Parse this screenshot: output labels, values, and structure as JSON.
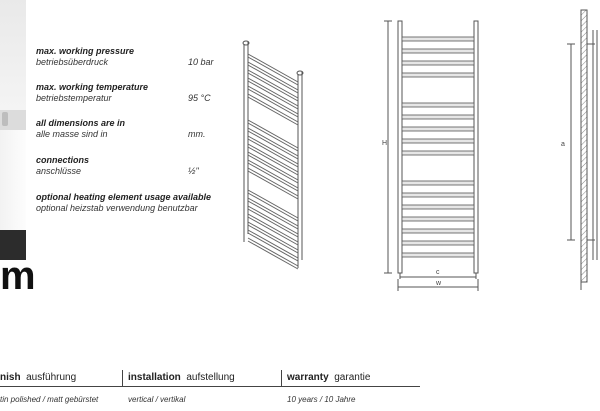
{
  "brand": {
    "letter": "m"
  },
  "specs": [
    {
      "label": "max. working pressure",
      "sub": "betriebsüberdruck",
      "value": "10 bar"
    },
    {
      "label": "max. working temperature",
      "sub": "betriebstemperatur",
      "value": "95 °C"
    },
    {
      "label": "all dimensions are in",
      "sub": "alle masse sind in",
      "value": "mm."
    },
    {
      "label": "connections",
      "sub": "anschlüsse",
      "value": "½\""
    },
    {
      "label": "optional heating element usage available",
      "sub": "optional heizstab verwendung benutzbar",
      "value": ""
    }
  ],
  "drawings": {
    "height_label": "H",
    "center_label": "c",
    "width_label": "w",
    "side_label": "a"
  },
  "table": {
    "finish": {
      "en": "nish",
      "de": "ausführung",
      "value": "tin polished / matt gebürstet"
    },
    "installation": {
      "en": "installation",
      "de": "aufstellung",
      "value": "vertical / vertikal"
    },
    "warranty": {
      "en": "warranty",
      "de": "garantie",
      "value": "10 years / 10 Jahre"
    }
  }
}
